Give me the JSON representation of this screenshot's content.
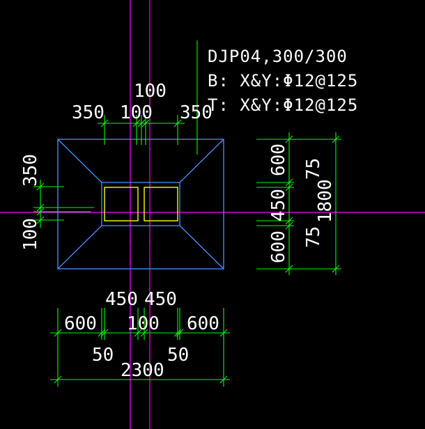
{
  "annotation": {
    "line1": "DJP04,300/300",
    "line2": "B: X&Y:Φ12@125",
    "line3": "T: X&Y:Φ12@125"
  },
  "dimensions": {
    "top_center": "100",
    "top_left": "350",
    "top_mid": "100",
    "top_right": "350",
    "left_350": "350",
    "left_100": "100",
    "right_600_top": "600",
    "right_450": "450",
    "right_600_bottom": "600",
    "right_75_top": "75",
    "right_75_bottom": "75",
    "right_1800": "1800",
    "bottom_450_left": "450",
    "bottom_450_right": "450",
    "bottom_600_left": "600",
    "bottom_100": "100",
    "bottom_600_right": "600",
    "bottom_50_left": "50",
    "bottom_50_right": "50",
    "bottom_2300": "2300"
  },
  "colors": {
    "background": "#000000",
    "dimension": "#00ff00",
    "axis": "#ff00ff",
    "outline": "#4a90ff",
    "column": "#ffff00",
    "text": "#ffffff"
  }
}
